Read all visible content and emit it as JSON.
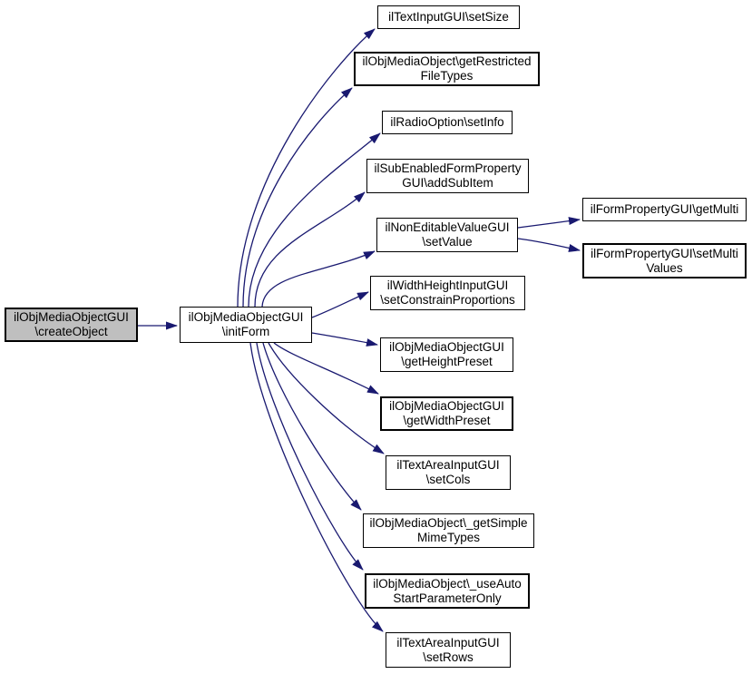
{
  "diagram": {
    "type": "call-graph",
    "colors": {
      "background": "#ffffff",
      "node_fill": "#ffffff",
      "node_border": "#000000",
      "highlight_fill": "#bfbfbf",
      "edge": "#191970",
      "text": "#000000"
    },
    "nodes": {
      "createObject": {
        "line1": "ilObjMediaObjectGUI",
        "line2": "\\createObject",
        "highlighted": true
      },
      "initForm": {
        "line1": "ilObjMediaObjectGUI",
        "line2": "\\initForm"
      },
      "setSize": {
        "line1": "ilTextInputGUI\\setSize"
      },
      "getRestrictedFileTypes": {
        "line1": "ilObjMediaObject\\getRestricted",
        "line2": "FileTypes"
      },
      "setInfo": {
        "line1": "ilRadioOption\\setInfo"
      },
      "addSubItem": {
        "line1": "ilSubEnabledFormProperty",
        "line2": "GUI\\addSubItem"
      },
      "setValue": {
        "line1": "ilNonEditableValueGUI",
        "line2": "\\setValue"
      },
      "setConstrainProportions": {
        "line1": "ilWidthHeightInputGUI",
        "line2": "\\setConstrainProportions"
      },
      "getHeightPreset": {
        "line1": "ilObjMediaObjectGUI",
        "line2": "\\getHeightPreset"
      },
      "getWidthPreset": {
        "line1": "ilObjMediaObjectGUI",
        "line2": "\\getWidthPreset"
      },
      "setCols": {
        "line1": "ilTextAreaInputGUI",
        "line2": "\\setCols"
      },
      "getSimpleMimeTypes": {
        "line1": "ilObjMediaObject\\_getSimple",
        "line2": "MimeTypes"
      },
      "useAutoStartParameterOnly": {
        "line1": "ilObjMediaObject\\_useAuto",
        "line2": "StartParameterOnly"
      },
      "setRows": {
        "line1": "ilTextAreaInputGUI",
        "line2": "\\setRows"
      },
      "getMulti": {
        "line1": "ilFormPropertyGUI\\getMulti"
      },
      "setMultiValues": {
        "line1": "ilFormPropertyGUI\\setMulti",
        "line2": "Values"
      }
    },
    "edges": [
      {
        "from": "createObject",
        "to": "initForm"
      },
      {
        "from": "initForm",
        "to": "setSize"
      },
      {
        "from": "initForm",
        "to": "getRestrictedFileTypes"
      },
      {
        "from": "initForm",
        "to": "setInfo"
      },
      {
        "from": "initForm",
        "to": "addSubItem"
      },
      {
        "from": "initForm",
        "to": "setValue"
      },
      {
        "from": "initForm",
        "to": "setConstrainProportions"
      },
      {
        "from": "initForm",
        "to": "getHeightPreset"
      },
      {
        "from": "initForm",
        "to": "getWidthPreset"
      },
      {
        "from": "initForm",
        "to": "setCols"
      },
      {
        "from": "initForm",
        "to": "getSimpleMimeTypes"
      },
      {
        "from": "initForm",
        "to": "useAutoStartParameterOnly"
      },
      {
        "from": "initForm",
        "to": "setRows"
      },
      {
        "from": "setValue",
        "to": "getMulti"
      },
      {
        "from": "setValue",
        "to": "setMultiValues"
      }
    ]
  }
}
